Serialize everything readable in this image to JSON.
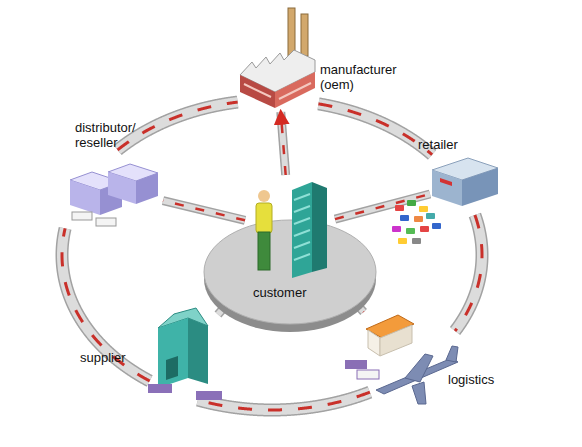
{
  "diagram": {
    "nodes": [
      {
        "text": [
          "manufacturer (oem)"
        ]
      },
      {
        "text": [
          "distributor/ reseller"
        ]
      },
      {
        "text": [
          "retailer"
        ]
      },
      {
        "text": [
          "customer"
        ]
      },
      {
        "text": [
          "supplier"
        ]
      },
      {
        "text": [
          "logistics"
        ]
      }
    ],
    "edges": [
      {
        "from": 0,
        "to": 2,
        "arrow": "none"
      },
      {
        "from": 2,
        "to": 5,
        "arrow": "none"
      },
      {
        "from": 5,
        "to": 4,
        "arrow": "none"
      },
      {
        "from": 4,
        "to": 1,
        "arrow": "none"
      },
      {
        "from": 1,
        "to": 0,
        "arrow": "none"
      },
      {
        "from": 3,
        "to": 0,
        "arrow": "to"
      },
      {
        "from": 3,
        "to": 1,
        "arrow": "none"
      },
      {
        "from": 3,
        "to": 2,
        "arrow": "none"
      },
      {
        "from": 3,
        "to": 4,
        "arrow": "none"
      },
      {
        "from": 3,
        "to": 5,
        "arrow": "none"
      }
    ]
  }
}
